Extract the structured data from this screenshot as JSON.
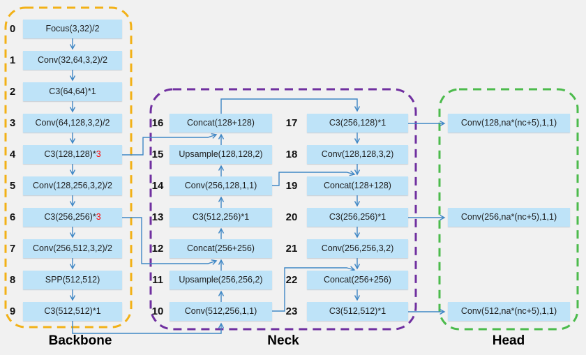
{
  "title": "YOLOv5 network architecture diagram",
  "colors": {
    "background": "#f1f1f1",
    "box_fill": "#bee3f8",
    "arrow": "#3f87c5",
    "highlight_red": "#ff0000",
    "backbone_border": "#f2b117",
    "neck_border": "#7030a0",
    "head_border": "#4cbb4c"
  },
  "groups": {
    "backbone": {
      "label": "Backbone"
    },
    "neck": {
      "label": "Neck"
    },
    "head": {
      "label": "Head"
    }
  },
  "backbone": {
    "nodes": [
      {
        "id": "0",
        "label": "Focus(3,32)/2"
      },
      {
        "id": "1",
        "label": "Conv(32,64,3,2)/2"
      },
      {
        "id": "2",
        "label": "C3(64,64)*1"
      },
      {
        "id": "3",
        "label": "Conv(64,128,3,2)/2"
      },
      {
        "id": "4",
        "label": "C3(128,128)*",
        "mult": "3"
      },
      {
        "id": "5",
        "label": "Conv(128,256,3,2)/2"
      },
      {
        "id": "6",
        "label": "C3(256,256)*",
        "mult": "3"
      },
      {
        "id": "7",
        "label": "Conv(256,512,3,2)/2"
      },
      {
        "id": "8",
        "label": "SPP(512,512)"
      },
      {
        "id": "9",
        "label": "C3(512,512)*1"
      }
    ]
  },
  "neck_left": {
    "nodes": [
      {
        "id": "16",
        "label": "Concat(128+128)"
      },
      {
        "id": "15",
        "label": "Upsample(128,128,2)"
      },
      {
        "id": "14",
        "label": "Conv(256,128,1,1)"
      },
      {
        "id": "13",
        "label": "C3(512,256)*1"
      },
      {
        "id": "12",
        "label": "Concat(256+256)"
      },
      {
        "id": "11",
        "label": "Upsample(256,256,2)"
      },
      {
        "id": "10",
        "label": "Conv(512,256,1,1)"
      }
    ]
  },
  "neck_right": {
    "nodes": [
      {
        "id": "17",
        "label": "C3(256,128)*1"
      },
      {
        "id": "18",
        "label": "Conv(128,128,3,2)"
      },
      {
        "id": "19",
        "label": "Concat(128+128)"
      },
      {
        "id": "20",
        "label": "C3(256,256)*1"
      },
      {
        "id": "21",
        "label": "Conv(256,256,3,2)"
      },
      {
        "id": "22",
        "label": "Concat(256+256)"
      },
      {
        "id": "23",
        "label": "C3(512,512)*1"
      }
    ]
  },
  "head": {
    "nodes": [
      {
        "label": "Conv(128,na*(nc+5),1,1)"
      },
      {
        "label": "Conv(256,na*(nc+5),1,1)"
      },
      {
        "label": "Conv(512,na*(nc+5),1,1)"
      }
    ]
  }
}
